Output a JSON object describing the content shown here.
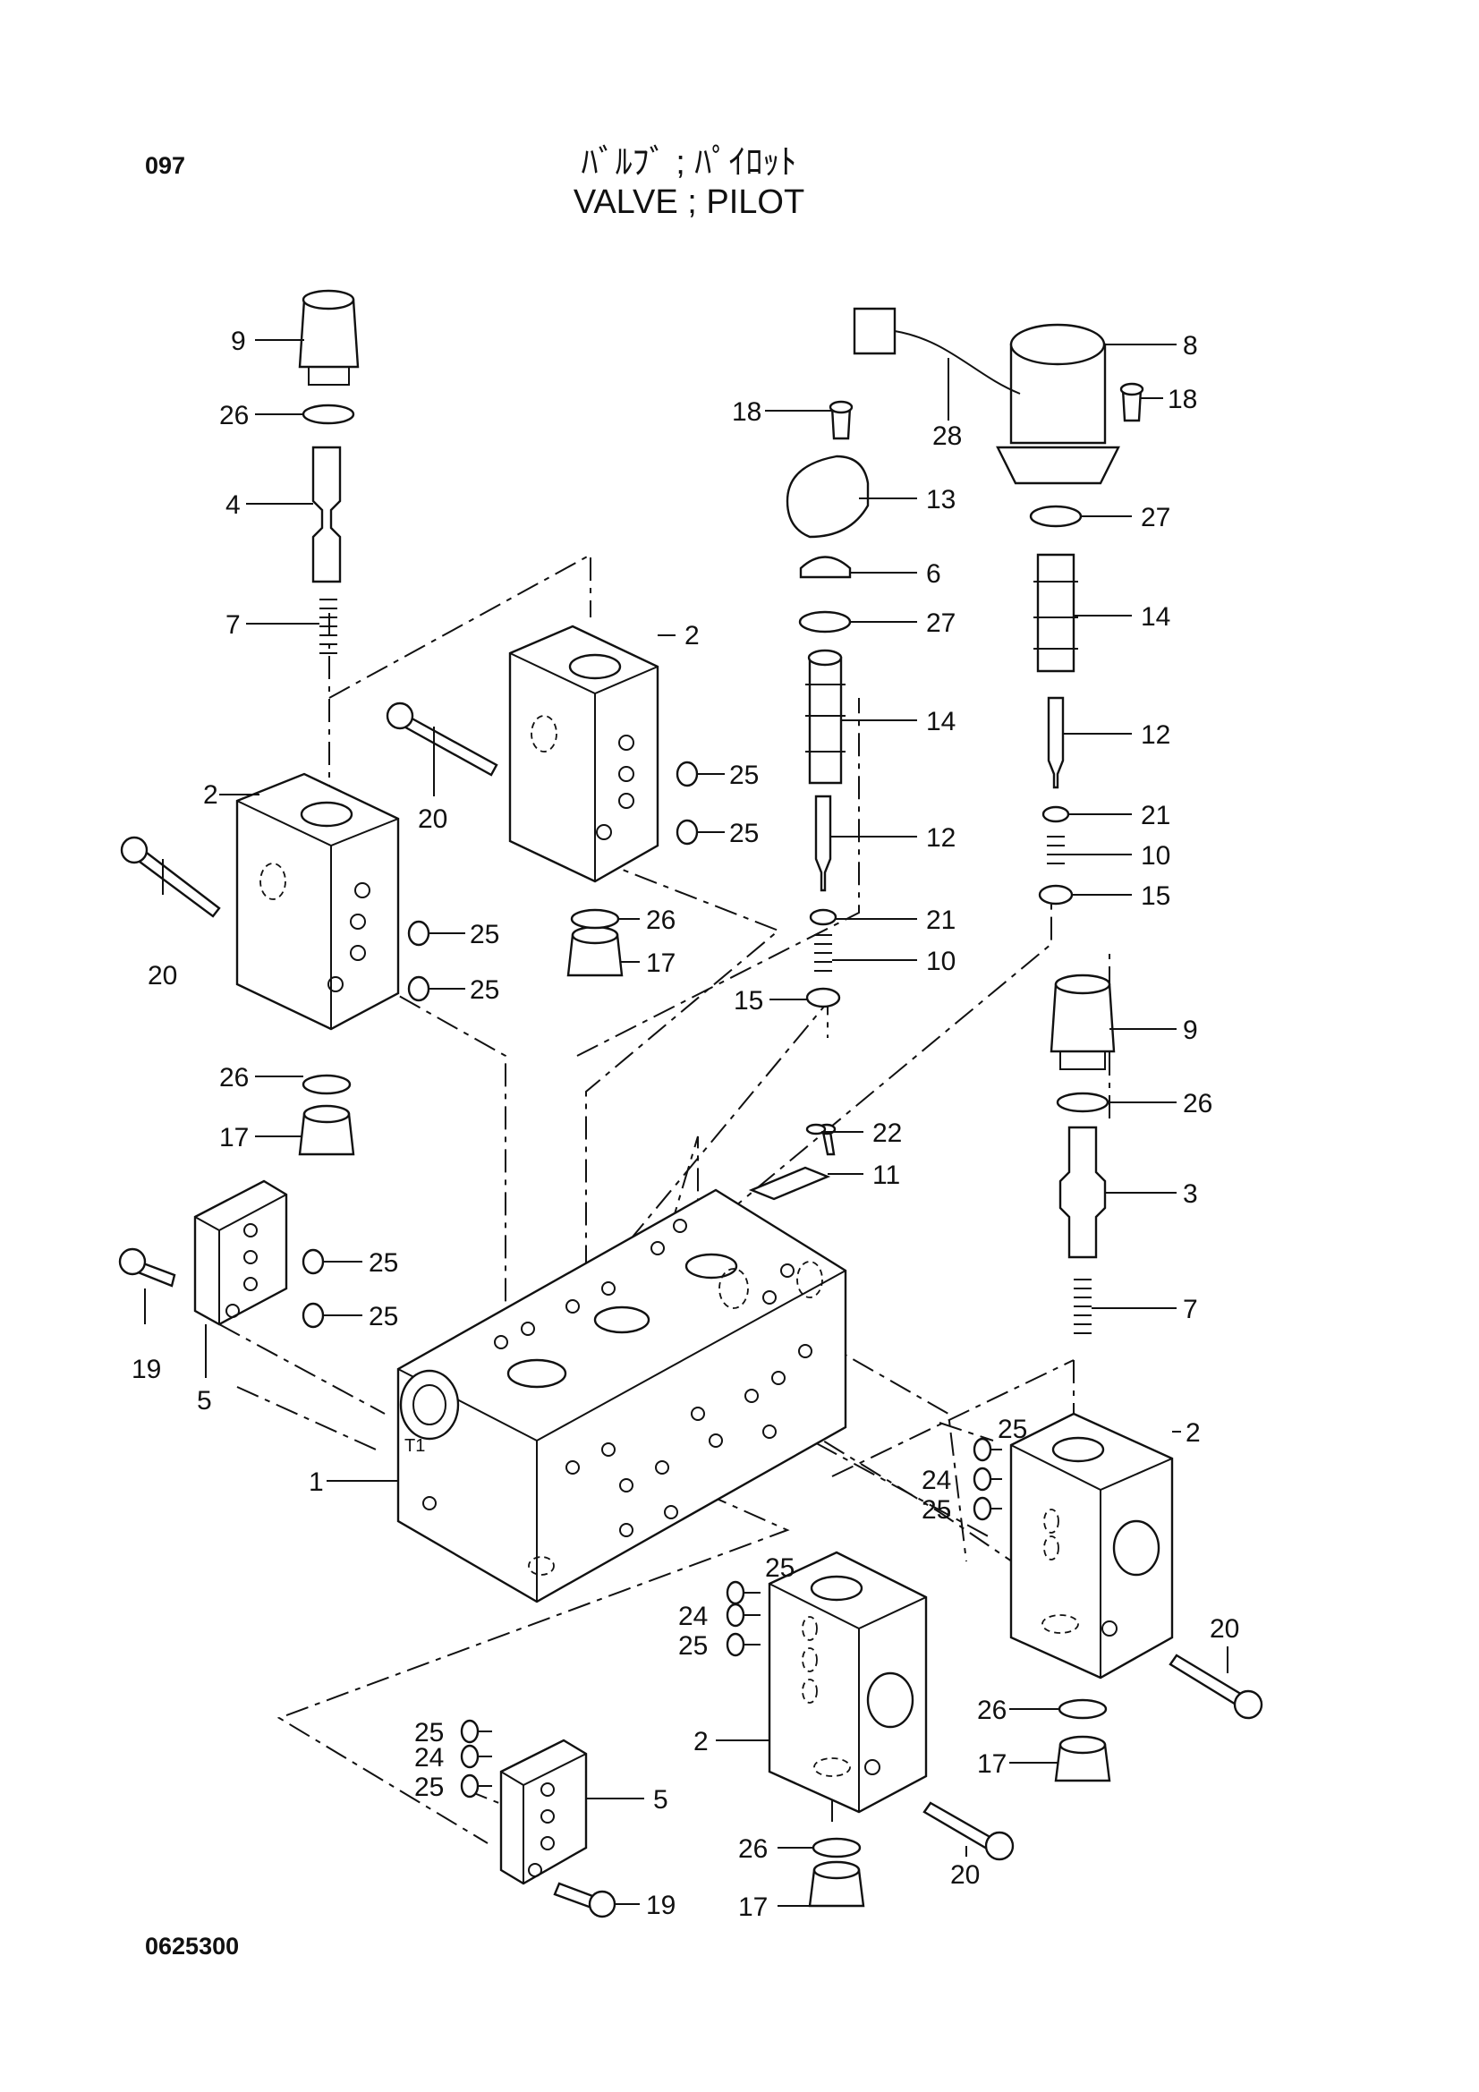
{
  "header": {
    "code": "097",
    "title_jp": "ﾊﾞﾙﾌﾞ ; ﾊﾟｲﾛｯﾄ",
    "title_en": "VALVE ; PILOT"
  },
  "footer": {
    "drawing_number": "0625300"
  },
  "port_mark": "T1",
  "callouts": [
    {
      "id": "c1",
      "text": "9"
    },
    {
      "id": "c2",
      "text": "26"
    },
    {
      "id": "c3",
      "text": "4"
    },
    {
      "id": "c4",
      "text": "7"
    },
    {
      "id": "c5",
      "text": "2"
    },
    {
      "id": "c6",
      "text": "20"
    },
    {
      "id": "c7",
      "text": "25"
    },
    {
      "id": "c8",
      "text": "25"
    },
    {
      "id": "c9",
      "text": "26"
    },
    {
      "id": "c10",
      "text": "17"
    },
    {
      "id": "c11",
      "text": "2"
    },
    {
      "id": "c12",
      "text": "20"
    },
    {
      "id": "c13",
      "text": "25"
    },
    {
      "id": "c14",
      "text": "25"
    },
    {
      "id": "c15",
      "text": "26"
    },
    {
      "id": "c16",
      "text": "17"
    },
    {
      "id": "c17",
      "text": "18"
    },
    {
      "id": "c18",
      "text": "13"
    },
    {
      "id": "c19",
      "text": "6"
    },
    {
      "id": "c20",
      "text": "27"
    },
    {
      "id": "c21",
      "text": "14"
    },
    {
      "id": "c22",
      "text": "12"
    },
    {
      "id": "c23",
      "text": "21"
    },
    {
      "id": "c24",
      "text": "10"
    },
    {
      "id": "c25",
      "text": "15"
    },
    {
      "id": "c26",
      "text": "28"
    },
    {
      "id": "c27",
      "text": "8"
    },
    {
      "id": "c28",
      "text": "18"
    },
    {
      "id": "c29",
      "text": "27"
    },
    {
      "id": "c30",
      "text": "14"
    },
    {
      "id": "c31",
      "text": "12"
    },
    {
      "id": "c32",
      "text": "21"
    },
    {
      "id": "c33",
      "text": "10"
    },
    {
      "id": "c34",
      "text": "15"
    },
    {
      "id": "c35",
      "text": "9"
    },
    {
      "id": "c36",
      "text": "26"
    },
    {
      "id": "c37",
      "text": "3"
    },
    {
      "id": "c38",
      "text": "7"
    },
    {
      "id": "c39",
      "text": "22"
    },
    {
      "id": "c40",
      "text": "11"
    },
    {
      "id": "c41",
      "text": "25"
    },
    {
      "id": "c42",
      "text": "25"
    },
    {
      "id": "c43",
      "text": "19"
    },
    {
      "id": "c44",
      "text": "5"
    },
    {
      "id": "c45",
      "text": "1"
    },
    {
      "id": "c46",
      "text": "2"
    },
    {
      "id": "c47",
      "text": "25"
    },
    {
      "id": "c48",
      "text": "24"
    },
    {
      "id": "c49",
      "text": "25"
    },
    {
      "id": "c50",
      "text": "20"
    },
    {
      "id": "c51",
      "text": "26"
    },
    {
      "id": "c52",
      "text": "17"
    },
    {
      "id": "c53",
      "text": "25"
    },
    {
      "id": "c54",
      "text": "24"
    },
    {
      "id": "c55",
      "text": "25"
    },
    {
      "id": "c56",
      "text": "2"
    },
    {
      "id": "c57",
      "text": "26"
    },
    {
      "id": "c58",
      "text": "17"
    },
    {
      "id": "c59",
      "text": "20"
    },
    {
      "id": "c60",
      "text": "25"
    },
    {
      "id": "c61",
      "text": "24"
    },
    {
      "id": "c62",
      "text": "25"
    },
    {
      "id": "c63",
      "text": "5"
    },
    {
      "id": "c64",
      "text": "19"
    }
  ]
}
